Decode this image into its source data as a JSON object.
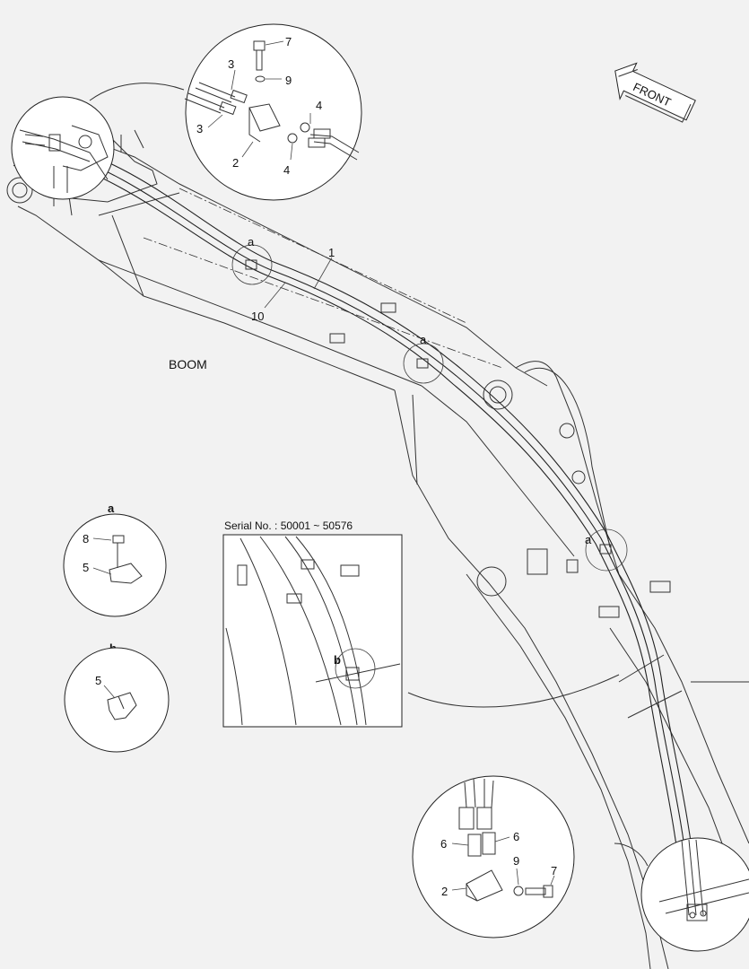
{
  "front_label": "FRONT",
  "boom_label": "BOOM",
  "serial_note": "Serial No. : 50001 ~ 50576",
  "callouts": {
    "top_7": "7",
    "top_9": "9",
    "top_3a": "3",
    "top_3b": "3",
    "top_4a": "4",
    "top_4b": "4",
    "top_2": "2",
    "hose_1": "1",
    "hose_10": "10",
    "a_8": "8",
    "a_5": "5",
    "b_5": "5",
    "bot_6a": "6",
    "bot_6b": "6",
    "bot_9": "9",
    "bot_7": "7",
    "bot_2": "2"
  },
  "detail_letters": {
    "clamp_a1": "a",
    "clamp_a2": "a",
    "clamp_a3": "a",
    "detail_a": "a",
    "detail_b": "b",
    "serial_b": "b"
  },
  "icons": [
    "front-arrow-icon",
    "bolt-icon",
    "washer-icon",
    "bracket-icon",
    "clamp-icon",
    "fitting-icon"
  ]
}
